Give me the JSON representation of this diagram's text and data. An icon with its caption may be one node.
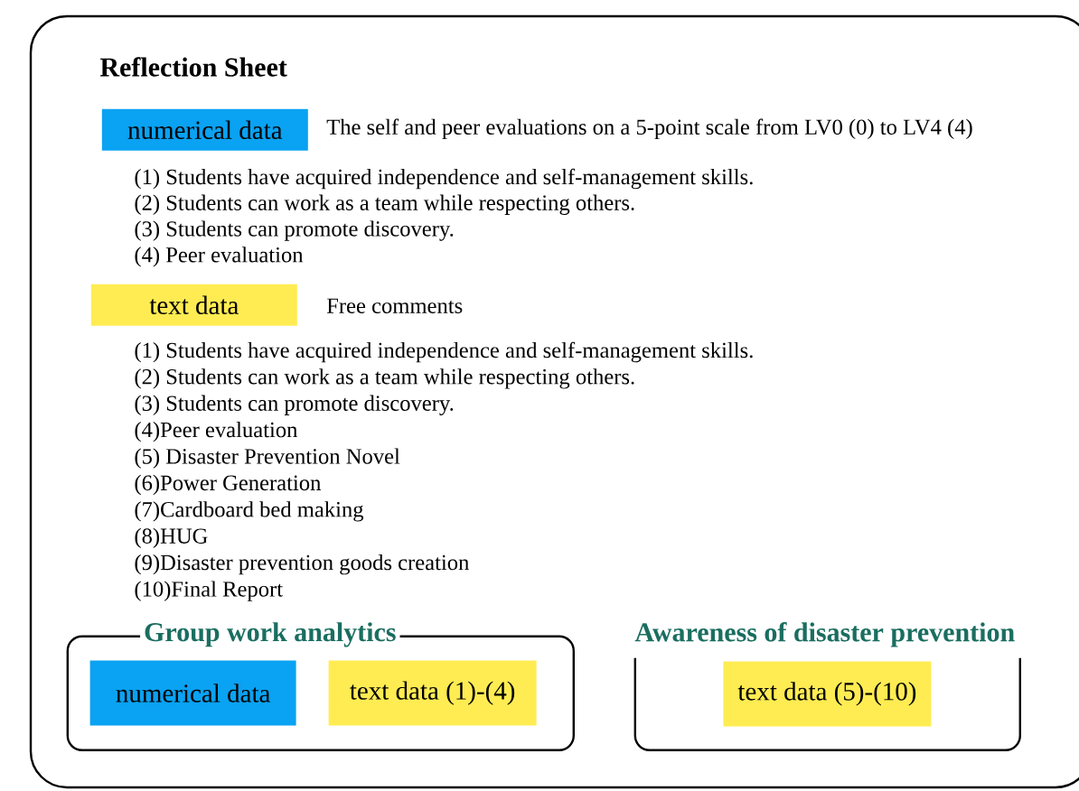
{
  "diagram": {
    "nodes": [
      {
        "text": [
          "Reflection Sheet"
        ]
      },
      {
        "text": [
          "numerical data"
        ],
        "in": 0,
        "beside": [
          "The self and peer evaluations on a 5-point scale from LV0 (0) to LV4 (4)"
        ]
      },
      {
        "text": [
          "text data"
        ],
        "in": 0,
        "beside": [
          "Free comments"
        ]
      },
      {
        "text": [
          "Group work analytics"
        ],
        "in": 0
      },
      {
        "text": [
          "numerical data"
        ],
        "in": 3
      },
      {
        "text": [
          "text data (1)-(4)"
        ],
        "in": 3
      },
      {
        "text": [
          "Awareness of disaster prevention"
        ],
        "in": 0
      },
      {
        "text": [
          "text data (5)-(10)"
        ],
        "in": 6
      }
    ],
    "labels": [
      "(1) Students have acquired independence and self-management skills.",
      "(2) Students can work as a team while respecting others.",
      "(3) Students can promote discovery.",
      "(4) Peer evaluation",
      "(1) Students have acquired independence and self-management skills.",
      "(2) Students can work as a team while respecting others.",
      "(3) Students can promote discovery.",
      "(4)Peer evaluation",
      "(5) Disaster Prevention Novel",
      "(6)Power Generation",
      "(7)Cardboard bed making",
      "(8)HUG",
      "(9)Disaster prevention goods creation",
      "(10)Final Report"
    ]
  }
}
